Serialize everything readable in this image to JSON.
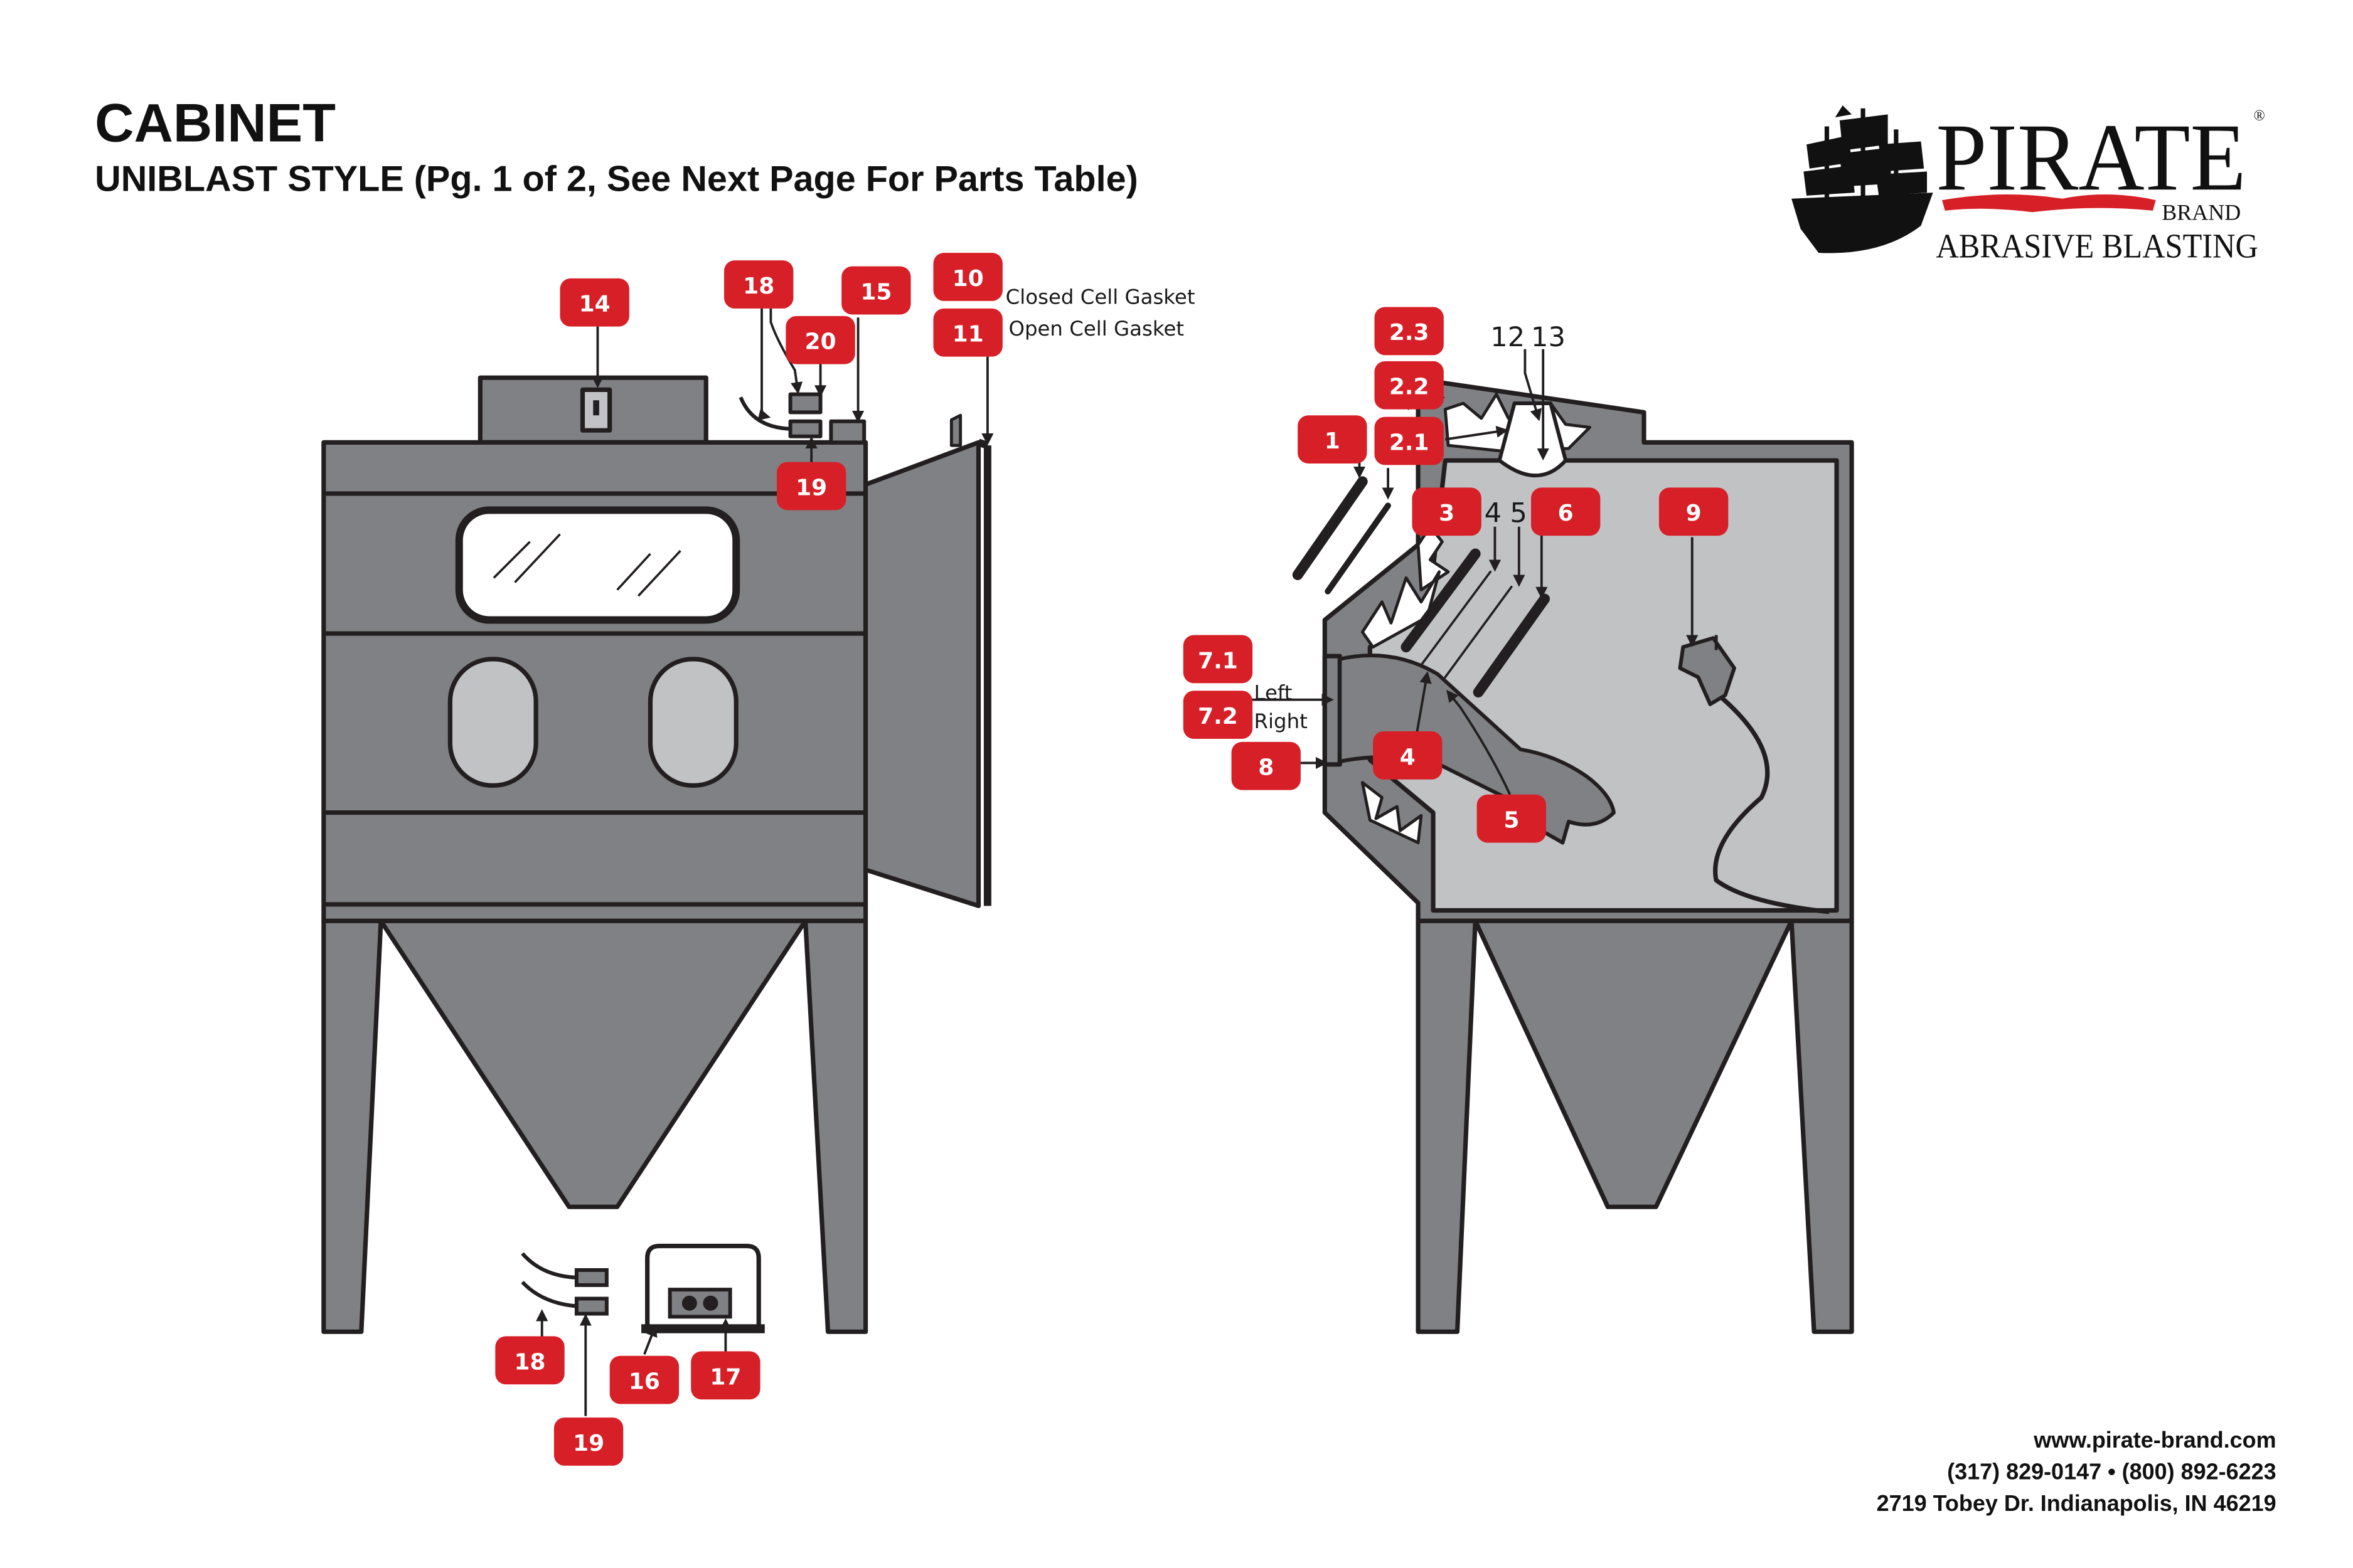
{
  "header": {
    "title": "CABINET",
    "subtitle": "UNIBLAST STYLE (Pg. 1 of 2, See Next Page For Parts Table)"
  },
  "logo": {
    "brand": "PIRATE",
    "registered": "®",
    "sub_brand": "BRAND",
    "tagline": "ABRASIVE BLASTING"
  },
  "contact": {
    "website": "www.pirate-brand.com",
    "phones": "(317) 829-0147 • (800) 892-6223",
    "address": "2719 Tobey Dr. Indianapolis, IN 46219"
  },
  "notes": {
    "closed_cell_gasket": "Closed Cell Gasket",
    "open_cell_gasket": "Open Cell Gasket",
    "left": "Left",
    "right": "Right",
    "n12": "12",
    "n13": "13",
    "n4": "4",
    "n5": "5"
  },
  "badges": {
    "b14": "14",
    "b18a": "18",
    "b20": "20",
    "b15": "15",
    "b10": "10",
    "b11": "11",
    "b19a": "19",
    "b18b": "18",
    "b16": "16",
    "b17": "17",
    "b19b": "19",
    "b23": "2.3",
    "b22": "2.2",
    "b21": "2.1",
    "b1": "1",
    "b3": "3",
    "b6": "6",
    "b9": "9",
    "b71": "7.1",
    "b72": "7.2",
    "b8": "8",
    "b4": "4",
    "b5": "5"
  },
  "colors": {
    "cabinet_gray": "#808184",
    "interior_gray": "#c1c2c4",
    "outline": "#231f20",
    "badge_red": "#d71f27"
  }
}
